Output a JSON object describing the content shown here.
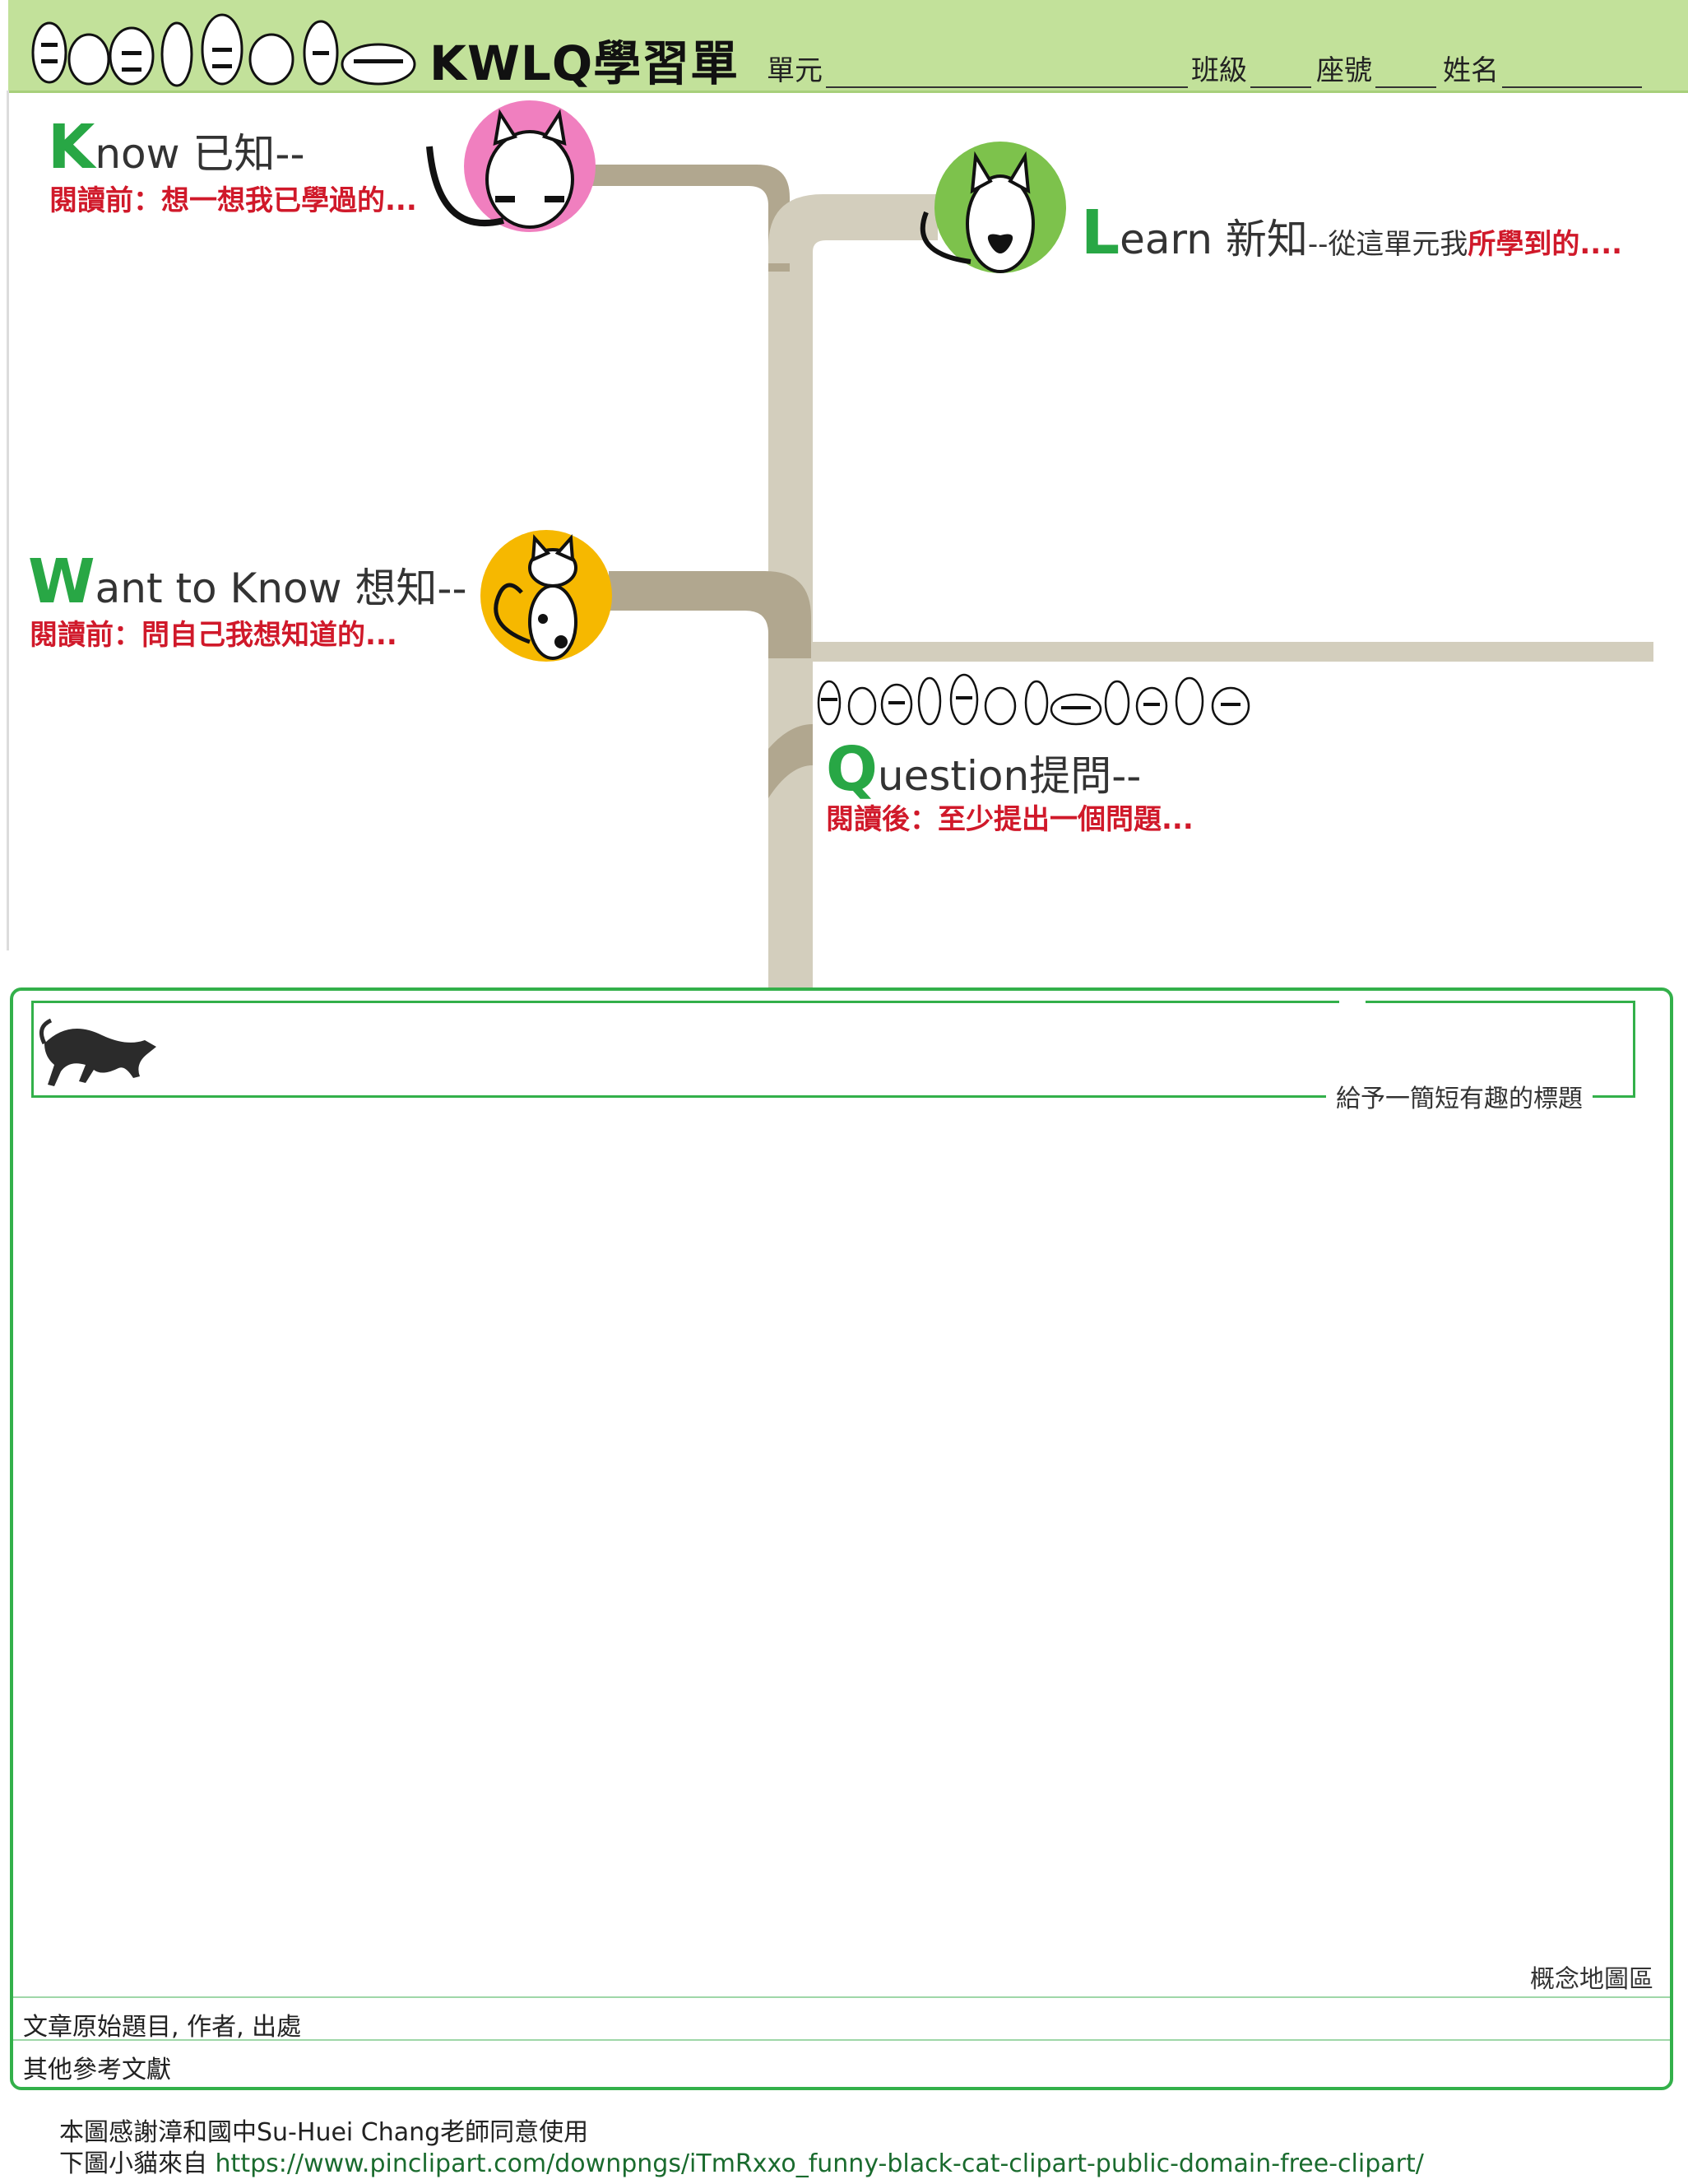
{
  "header": {
    "title": "KWLQ學習單",
    "unit_label": "單元",
    "class_label": "班級",
    "seat_label": "座號",
    "name_label": "姓名"
  },
  "know": {
    "letter": "K",
    "title_rest": "now 已知--",
    "prompt": "閱讀前：想一想我已學過的..."
  },
  "learn": {
    "letter": "L",
    "title_rest": "earn 新知",
    "dash_part": "--從這單元我",
    "prompt": "所學到的...."
  },
  "want": {
    "letter": "W",
    "title_rest": "ant to Know 想知--",
    "prompt": "閱讀前：問自己我想知道的..."
  },
  "question": {
    "letter": "Q",
    "title_rest": "uestion提問--",
    "prompt": "閱讀後：至少提出一個問題..."
  },
  "bottom": {
    "title_hint": "給予一簡短有趣的標題",
    "concept_label": "概念地圖區",
    "source_label": "文章原始題目, 作者, 出處",
    "refs_label": "其他參考文獻"
  },
  "credits": {
    "line1": "本圖感謝漳和國中Su-Huei Chang老師同意使用",
    "line2_prefix": "下圖小貓來自 ",
    "line2_url": "https://www.pinclipart.com/downpngs/iTmRxxo_funny-black-cat-clipart-public-domain-free-clipart/"
  },
  "colors": {
    "header_green": "#c2e19a",
    "accent_green": "#28a745",
    "prompt_red": "#d0192a",
    "pipe_light": "#d3cebd",
    "pipe_dark": "#b1a78f",
    "pink_circle": "#f07fbf",
    "green_circle": "#7dc24c",
    "yellow_circle": "#f6b800"
  }
}
